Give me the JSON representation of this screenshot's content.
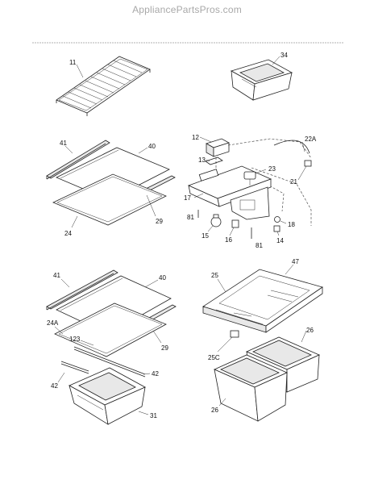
{
  "header": {
    "site": "AppliancePartsPros.com"
  },
  "diagram": {
    "labels": {
      "p11": "11",
      "p34": "34",
      "p41a": "41",
      "p40a": "40",
      "p29a": "29",
      "p24": "24",
      "p12": "12",
      "p22A": "22A",
      "p13": "13",
      "p23": "23",
      "p21": "21",
      "p17": "17",
      "p81a": "81",
      "p18": "18",
      "p15": "15",
      "p16": "16",
      "p14": "14",
      "p81b": "81",
      "p41b": "41",
      "p40b": "40",
      "p24A": "24A",
      "p123": "123",
      "p29b": "29",
      "p42a": "42",
      "p42b": "42",
      "p31": "31",
      "p25": "25",
      "p47": "47",
      "p26a": "26",
      "p25C": "25C",
      "p26b": "26"
    }
  }
}
